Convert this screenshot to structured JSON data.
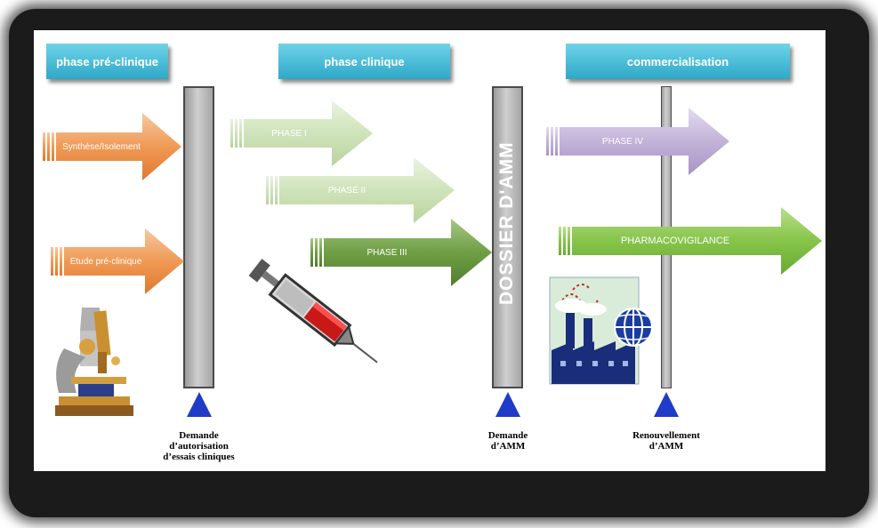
{
  "headers": {
    "preclinical": "phase pré-clinique",
    "clinical": "phase clinique",
    "commercial": "commercialisation"
  },
  "arrows": {
    "synthese": "Synthèse/Isolement",
    "etude": "Etude pré-clinique",
    "phase1": "PHASE I",
    "phase2": "PHASE II",
    "phase3": "PHASE III",
    "phase4": "PHASE IV",
    "pharmacovigilance": "PHARMACOVIGILANCE"
  },
  "bars": {
    "dossier": "DOSSIER D'AMM"
  },
  "captions": {
    "essais": [
      "Demande",
      "d’autorisation",
      "d’essais cliniques"
    ],
    "amm": [
      "Demande",
      "d’AMM"
    ],
    "renouvellement": [
      "Renouvellement",
      "d’AMM"
    ]
  },
  "icons": [
    "microscope-icon",
    "syringe-icon",
    "factory-globe-icon"
  ],
  "colors": {
    "header": "#2ea8c8",
    "preclinical_arrow": "#f0a060",
    "phase_light": "#c8e0b0",
    "phase3": "#6a9a40",
    "phase4": "#b8a8d0",
    "pharmacovigilance": "#80c040",
    "marker": "#1e3cc8"
  }
}
